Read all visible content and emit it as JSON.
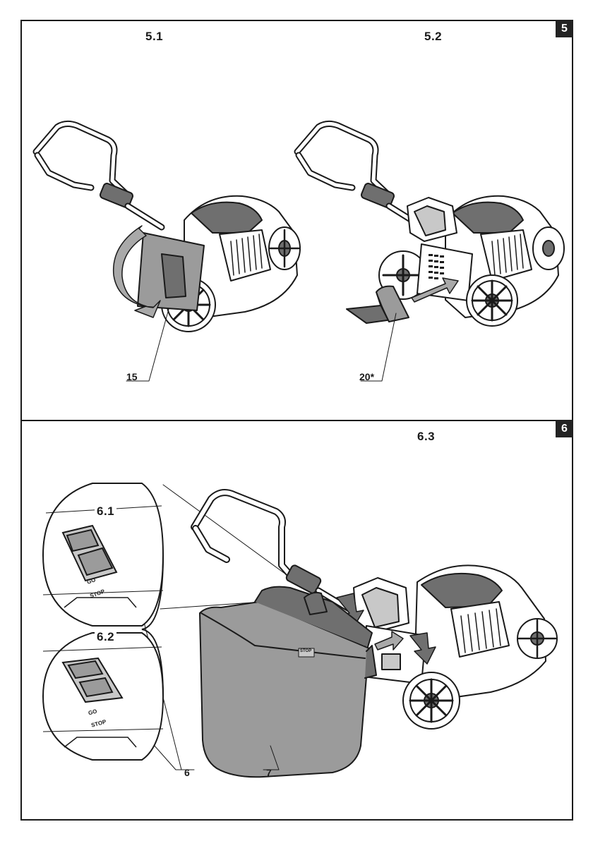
{
  "panel5": {
    "badge": "5",
    "fig1": {
      "title": "5.1",
      "callout": "15"
    },
    "fig2": {
      "title": "5.2",
      "callout": "20*"
    }
  },
  "panel6": {
    "badge": "6",
    "fig3": {
      "title": "6.3",
      "callout_bag": "7",
      "callout_indicator": "6"
    },
    "detail1": {
      "title": "6.1",
      "label_go": "GO",
      "label_stop": "STOP"
    },
    "detail2": {
      "title": "6.2",
      "label_go": "GO",
      "label_stop": "STOP"
    },
    "bag_plate": "STOP"
  },
  "colors": {
    "line": "#1a1a1a",
    "grey_dark": "#6f6f6f",
    "grey_mid": "#9b9b9b",
    "grey_light": "#c8c8c8",
    "arrow": "#a9a9a9"
  }
}
